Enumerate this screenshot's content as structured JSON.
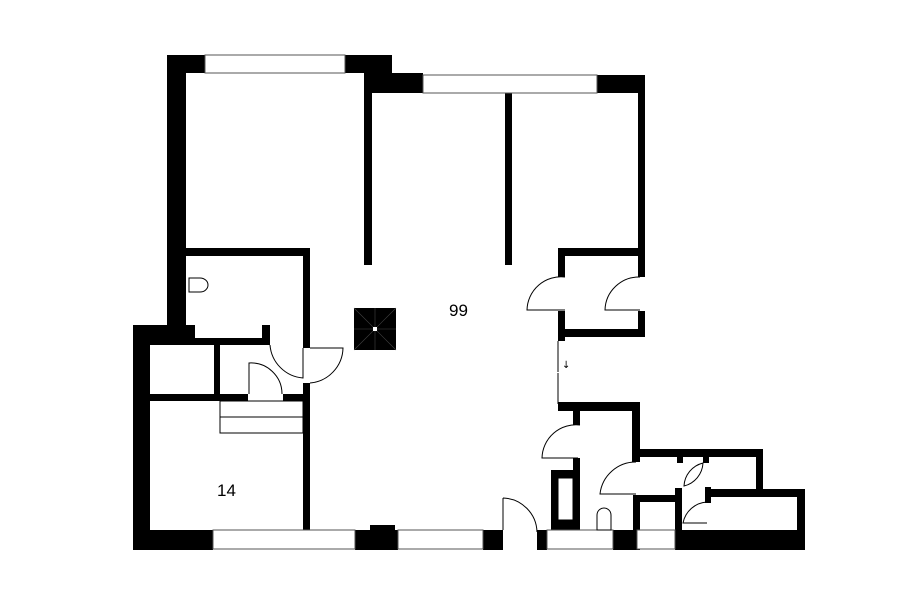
{
  "rooms": [
    {
      "id": "main",
      "label": "99"
    },
    {
      "id": "small",
      "label": "14"
    }
  ],
  "annotations": {
    "arrow": "↓"
  },
  "colors": {
    "wall": "#000000",
    "background": "#ffffff",
    "window": "#ffffff"
  }
}
